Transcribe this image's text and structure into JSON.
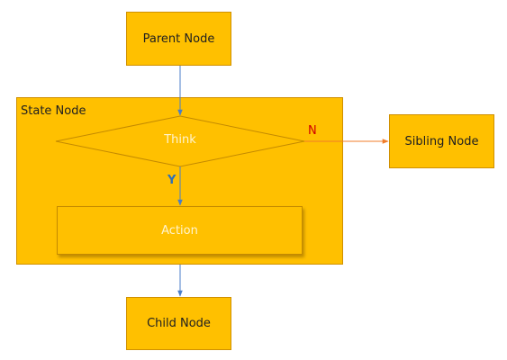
{
  "nodes": {
    "parent": "Parent Node",
    "state": "State Node",
    "think": "Think",
    "action": "Action",
    "sibling": "Sibling Node",
    "child": "Child Node"
  },
  "edges": {
    "yes_label": "Y",
    "no_label": "N"
  },
  "colors": {
    "node_fill": "#ffc000",
    "node_border": "#d09000",
    "arrow_blue": "#4a7ec9",
    "arrow_orange": "#f07c2a",
    "label_yes": "#2e6fb7",
    "label_no": "#d00000"
  }
}
